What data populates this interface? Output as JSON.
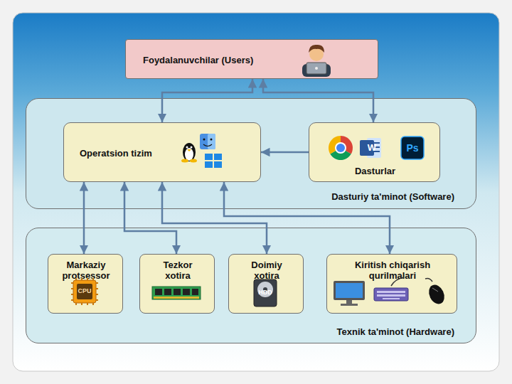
{
  "diagram": {
    "nodes": [
      {
        "text": [
          "Foydalanuvchilar (Users)"
        ]
      },
      {
        "text": [
          "Dasturiy ta'minot (Software)"
        ]
      },
      {
        "text": [
          "Operatsion tizim"
        ],
        "in": 1
      },
      {
        "text": [
          "Dasturlar"
        ],
        "in": 1
      },
      {
        "text": [
          "Texnik ta'minot (Hardware)"
        ]
      },
      {
        "text": [
          "Markaziy protsessor"
        ],
        "in": 4
      },
      {
        "text": [
          "Tezkor xotira"
        ],
        "in": 4
      },
      {
        "text": [
          "Doimiy xotira"
        ],
        "in": 4
      },
      {
        "text": [
          "Kiritish chiqarish qurilmalari"
        ],
        "in": 4
      }
    ],
    "edges": [
      {
        "from": 0,
        "to": 2,
        "arrow": "both"
      },
      {
        "from": 0,
        "to": 3,
        "arrow": "both"
      },
      {
        "from": 3,
        "to": 2,
        "arrow": "to"
      },
      {
        "from": 2,
        "to": 5,
        "arrow": "both"
      },
      {
        "from": 2,
        "to": 6,
        "arrow": "both"
      },
      {
        "from": 2,
        "to": 7,
        "arrow": "both"
      },
      {
        "from": 2,
        "to": 8,
        "arrow": "both"
      }
    ],
    "labels": [
      "W",
      "Ps",
      "CPU",
      "HDD"
    ]
  }
}
